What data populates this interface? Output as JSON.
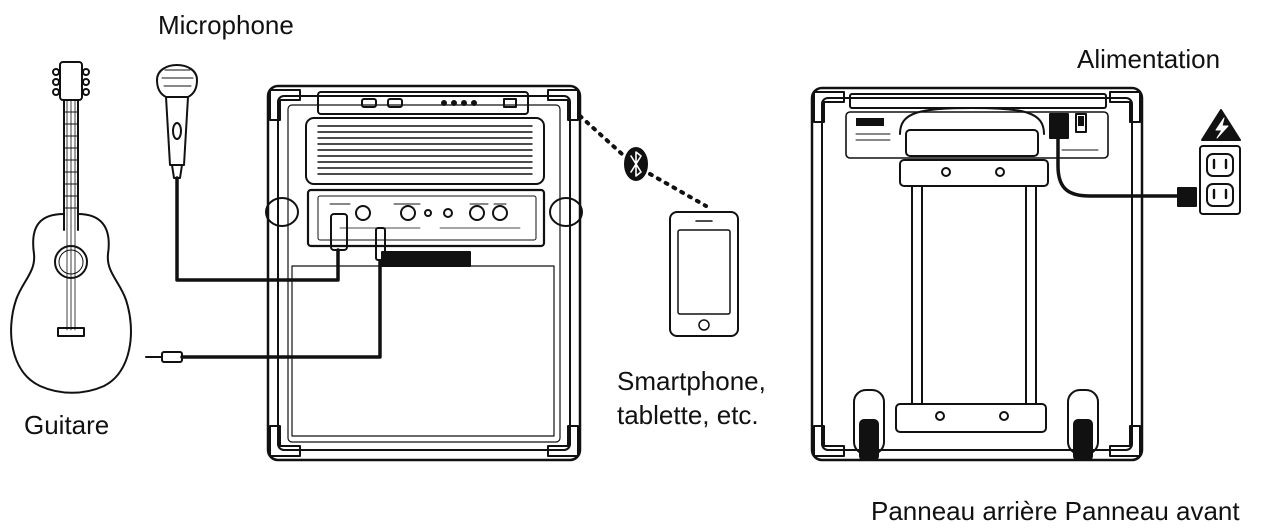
{
  "labels": {
    "microphone": "Microphone",
    "guitar": "Guitare",
    "smartphone_line1": "Smartphone,",
    "smartphone_line2": "tablette, etc.",
    "power": "Alimentation",
    "panels": "Panneau arrière Panneau avant"
  },
  "icons": {
    "bluetooth": "bluetooth-icon",
    "warning": "high-voltage-warning-icon"
  },
  "colors": {
    "line": "#111111",
    "background": "#ffffff"
  }
}
